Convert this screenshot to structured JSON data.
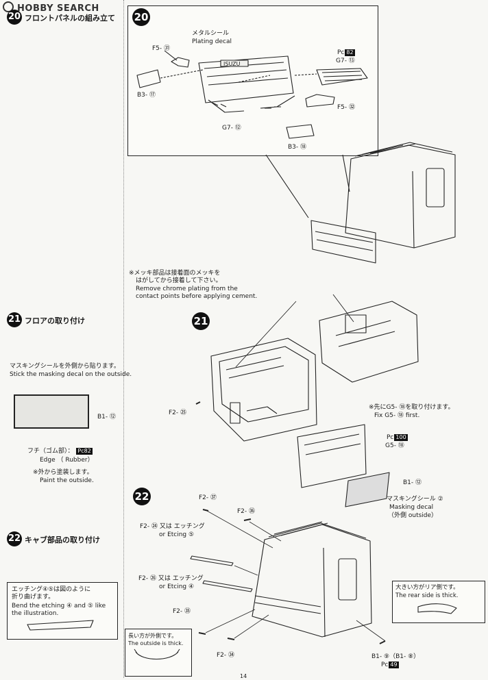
{
  "watermark": "HOBBY SEARCH",
  "left": {
    "step20_num": "20",
    "step20_title": "フロントパネルの組み立て",
    "step21_num": "21",
    "step21_title": "フロアの取り付け",
    "mask_jp": "マスキングシールを外側から貼ります。",
    "mask_en": "Stick the masking decal on the outside.",
    "mask_part": "B1- ⑫",
    "edge_jp": "フチ（ゴム部）：",
    "edge_pc": "Pc",
    "edge_pc_num": "82",
    "edge_en": "Edge （ Rubber）",
    "paint_jp": "※外から塗装します。",
    "paint_en": "Paint the outside.",
    "step22_num": "22",
    "step22_title": "キャブ部品の取り付け",
    "etch_jp1": "エッチング④⑤は図のように",
    "etch_jp2": "折り曲げます。",
    "etch_en1": "Bend the etching ④ and ⑤ like",
    "etch_en2": "the illustration."
  },
  "fig20": {
    "num": "20",
    "plating_jp": "メタルシール",
    "plating_en": "Plating decal",
    "f5_51": "F5- ㉛",
    "pc_label": "Pc",
    "pc_num": "82",
    "g7_13": "G7- ⑬",
    "b3_17": "B3- ⑰",
    "g7_12": "G7- ⑫",
    "f5_52": "F5- ㉜",
    "b3_18": "B3- ⑱",
    "isuzu": "ISUZU"
  },
  "note_chrome": {
    "jp1": "※メッキ部品は接着面のメッキを",
    "jp2": "はがしてから接着して下さい。",
    "en1": "Remove chrome plating from the",
    "en2": "contact points before applying cement."
  },
  "fig21": {
    "num": "21",
    "f2_25": "F2- ㉕",
    "fix_jp": "※先にG5- ⑱を取り付けます。",
    "fix_en": "Fix G5- ⑱ first.",
    "pc_label": "Pc",
    "pc_num": "100",
    "g5_18": "G5- ⑱",
    "b1_12": "B1- ⑫",
    "mask_jp": "マスキングシール",
    "mask_circ": "②",
    "mask_en": "Masking decal",
    "mask_out": "（外側 outside）"
  },
  "fig22": {
    "num": "22",
    "f2_37": "F2- ㊲",
    "f2_36": "F2- ㊱",
    "f2_24": "F2- ㉔",
    "or_jp": "又は エッチング",
    "or_en": "or Etcing",
    "etch5": "⑤",
    "f2_26": "F2- ㉖",
    "etch4": "④",
    "f2_35": "F2- ㉟",
    "f2_34": "F2- ㉞",
    "b1_9": "B1- ⑨（B1- ⑧）",
    "pc_label": "Pc",
    "pc_num": "49",
    "thick_out_jp": "長い方が外側です。",
    "thick_out_en": "The outside is thick.",
    "thick_rear_jp": "大きい方がリア側です。",
    "thick_rear_en": "The rear side is thick."
  },
  "page_num": "14"
}
